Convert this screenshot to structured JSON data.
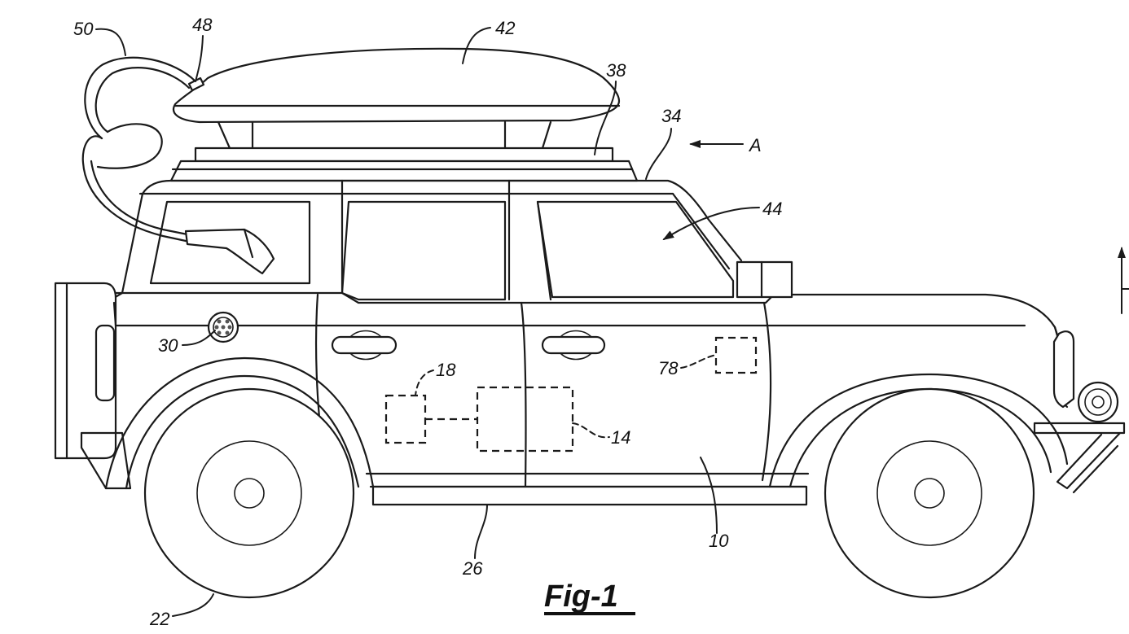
{
  "figure": {
    "title": "Fig-1",
    "subject": "vehicle with roof-mounted cargo carrier and charging cable"
  },
  "labels": {
    "vehicle": "10",
    "block_14": "14",
    "block_18": "18",
    "wheel": "22",
    "running_board": "26",
    "charge_port": "30",
    "roof": "34",
    "roof_rack": "38",
    "cargo_carrier": "42",
    "arrow_44": "44",
    "connector": "48",
    "cable": "50",
    "block_78": "78",
    "view_direction": "A"
  }
}
